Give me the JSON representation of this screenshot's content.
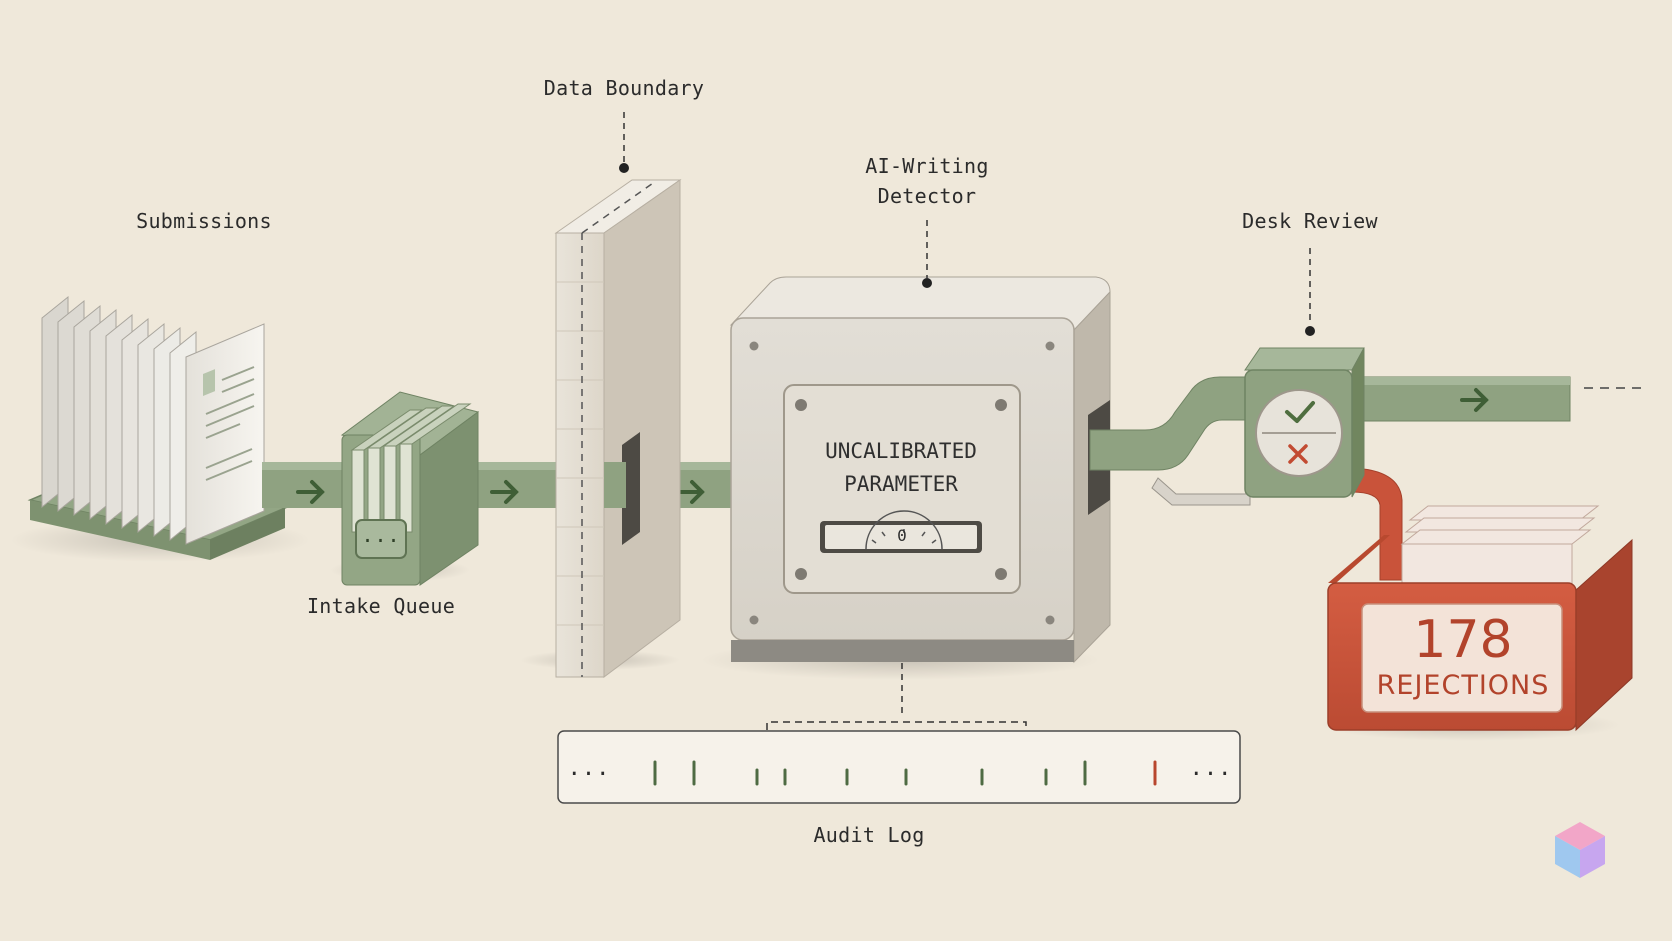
{
  "labels": {
    "submissions": "Submissions",
    "intake_queue": "Intake Queue",
    "data_boundary": "Data Boundary",
    "detector": "AI-Writing Detector",
    "desk_review": "Desk Review",
    "audit_log": "Audit Log"
  },
  "detector_plate": {
    "line1": "UNCALIBRATED",
    "line2": "PARAMETER",
    "gauge_value": "0"
  },
  "rejection_bin": {
    "count": "178",
    "label": "REJECTIONS"
  },
  "audit_log": {
    "ellipsis_start": "...",
    "ellipsis_end": "..."
  },
  "queue_indicator": "...",
  "review_marks": {
    "approve": "✓",
    "reject": "✕"
  },
  "colors": {
    "background": "#efe8da",
    "sage": "#8d9f7f",
    "sage_dark": "#6f8363",
    "arrow": "#3f5e36",
    "rejection_red": "#c9533a",
    "log_red_tick": "#b8472e"
  }
}
